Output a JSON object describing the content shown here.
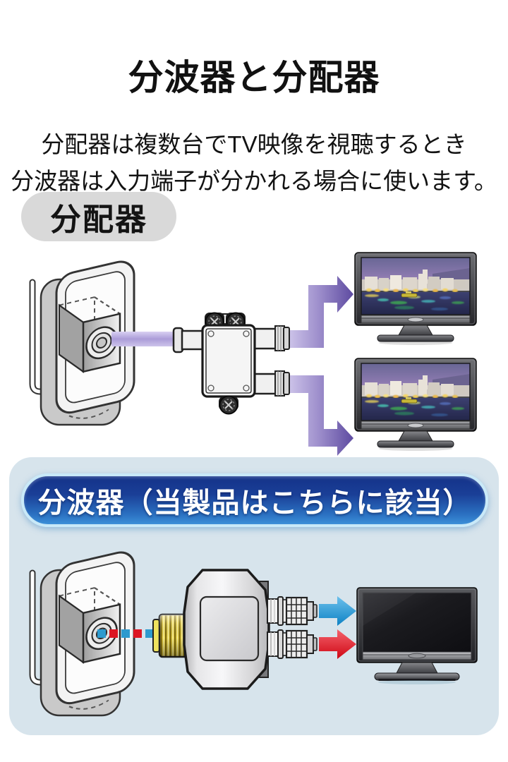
{
  "header": {
    "title": "分波器と分配器",
    "description_line1": "分配器は複数台でTV映像を視聴するとき",
    "description_line2": "分波器は入力端子が分かれる場合に使います。"
  },
  "distributor_section": {
    "badge_label": "分配器"
  },
  "splitter_section": {
    "badge_label": "分波器（当製品はこちらに該当）"
  },
  "colors": {
    "badge_gray_bg": "#d9d9d9",
    "section_bg": "#d7e4ec",
    "header_pill_top": "#143289",
    "header_pill_bottom": "#3b8fd8",
    "header_pill_border": "#c9e9f8",
    "purple_arrow_light": "#d7cff0",
    "purple_arrow_dark": "#5b489f",
    "blue_arrow": "#1e98d6",
    "red_arrow": "#dd1522",
    "gold_connector": "#e3ce44"
  }
}
